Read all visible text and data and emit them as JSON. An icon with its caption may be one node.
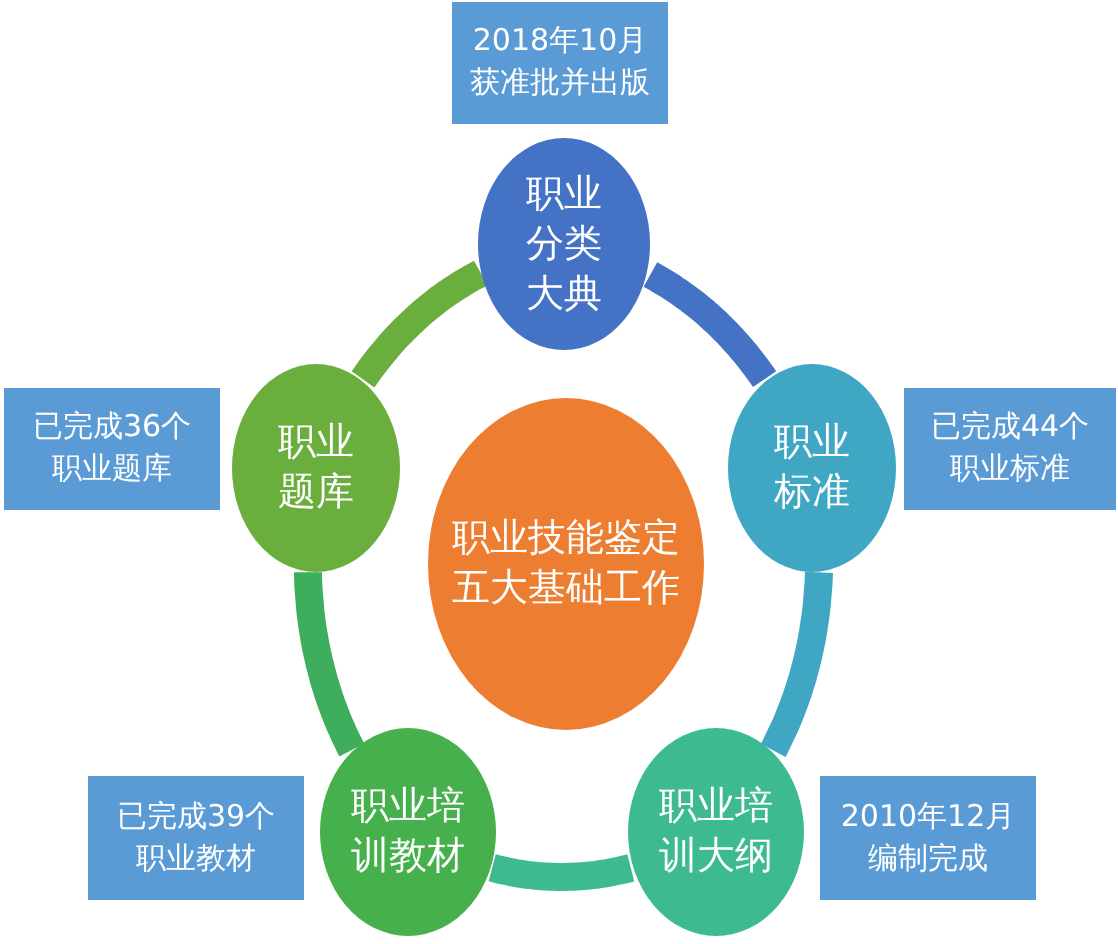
{
  "diagram": {
    "nodes": [
      {
        "text": [
          "2018年10月获准批并出版"
        ]
      },
      {
        "text": [
          "职业分类大典"
        ]
      },
      {
        "text": [
          "已完成36个职业题库"
        ]
      },
      {
        "text": [
          "职业题库"
        ]
      },
      {
        "text": [
          "职业技能鉴定五大基础工作"
        ]
      },
      {
        "text": [
          "职业标准"
        ]
      },
      {
        "text": [
          "已完成44个职业标准"
        ]
      },
      {
        "text": [
          "已完成39个职业教材"
        ]
      },
      {
        "text": [
          "职业培训教材"
        ]
      },
      {
        "text": [
          "职业培训大纲"
        ]
      },
      {
        "text": [
          "2010年12月编制完成"
        ]
      }
    ],
    "edges": [
      {
        "from": 1,
        "to": 5,
        "arrow": "none",
        "color": "#4472c4"
      },
      {
        "from": 5,
        "to": 9,
        "arrow": "none",
        "color": "#3fa6c4"
      },
      {
        "from": 9,
        "to": 8,
        "arrow": "none",
        "color": "#3dba90"
      },
      {
        "from": 8,
        "to": 3,
        "arrow": "none",
        "color": "#3fae5c"
      },
      {
        "from": 3,
        "to": 1,
        "arrow": "none",
        "color": "#6aae3e"
      }
    ]
  }
}
